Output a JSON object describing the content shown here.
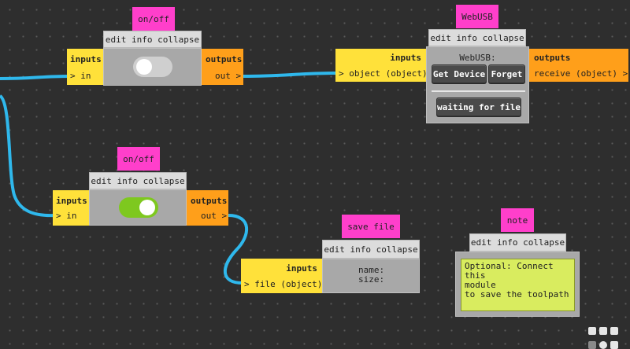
{
  "modules": {
    "onoff1": {
      "title": "on/off",
      "header": "edit info collapse",
      "inputs_label": "inputs",
      "input_port": "> in",
      "outputs_label": "outputs",
      "output_port": "out >",
      "state": "off"
    },
    "webusb": {
      "title": "WebUSB",
      "header": "edit info collapse",
      "inputs_label": "inputs",
      "input_port": "> object (object)",
      "outputs_label": "outputs",
      "output_port": "receive (object) >",
      "section_label": "WebUSB:",
      "get_device_label": "Get Device",
      "forget_label": "Forget",
      "status_label": "waiting for file"
    },
    "onoff2": {
      "title": "on/off",
      "header": "edit info collapse",
      "inputs_label": "inputs",
      "input_port": "> in",
      "outputs_label": "outputs",
      "output_port": "out >",
      "state": "on"
    },
    "savefile": {
      "title": "save file",
      "header": "edit info collapse",
      "inputs_label": "inputs",
      "input_port": "> file (object)",
      "name_label": "name:",
      "size_label": "size:"
    },
    "note": {
      "title": "note",
      "header": "edit info collapse",
      "text": "Optional: Connect this\nmodule\nto save the toolpath"
    }
  },
  "colors": {
    "background": "#2e2e2e",
    "wire": "#2fb8ec",
    "title_tag": "#ff3fcb",
    "inputs": "#ffe13a",
    "outputs": "#ff9f1a",
    "toggle_on": "#7ec81f"
  }
}
